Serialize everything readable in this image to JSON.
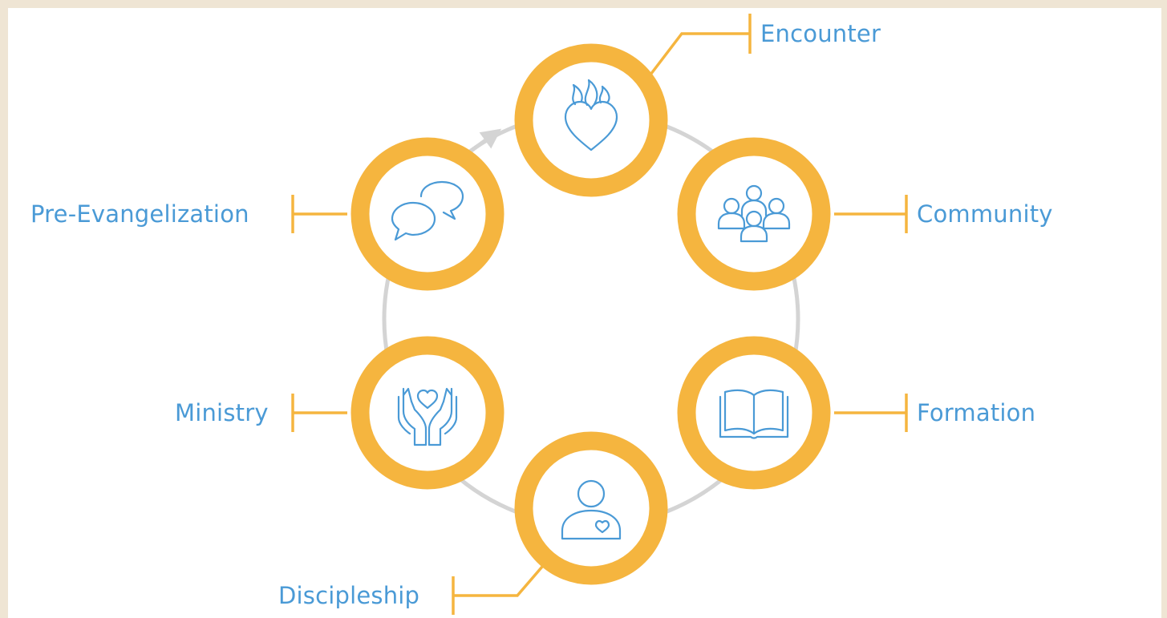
{
  "colors": {
    "page_background": "#efe5d4",
    "panel_background": "#ffffff",
    "ring": "#f5b53f",
    "connector": "#f5b53f",
    "cycle_path": "#d4d4d4",
    "icon_stroke": "#4a9ad6",
    "label_text": "#4a9ad6"
  },
  "stages": [
    {
      "id": "pre-evangelization",
      "label": "Pre-Evangelization",
      "icon": "speech-bubbles-icon"
    },
    {
      "id": "encounter",
      "label": "Encounter",
      "icon": "flaming-heart-icon"
    },
    {
      "id": "community",
      "label": "Community",
      "icon": "people-group-icon"
    },
    {
      "id": "formation",
      "label": "Formation",
      "icon": "open-book-icon"
    },
    {
      "id": "discipleship",
      "label": "Discipleship",
      "icon": "person-heart-icon"
    },
    {
      "id": "ministry",
      "label": "Ministry",
      "icon": "hands-heart-icon"
    }
  ]
}
